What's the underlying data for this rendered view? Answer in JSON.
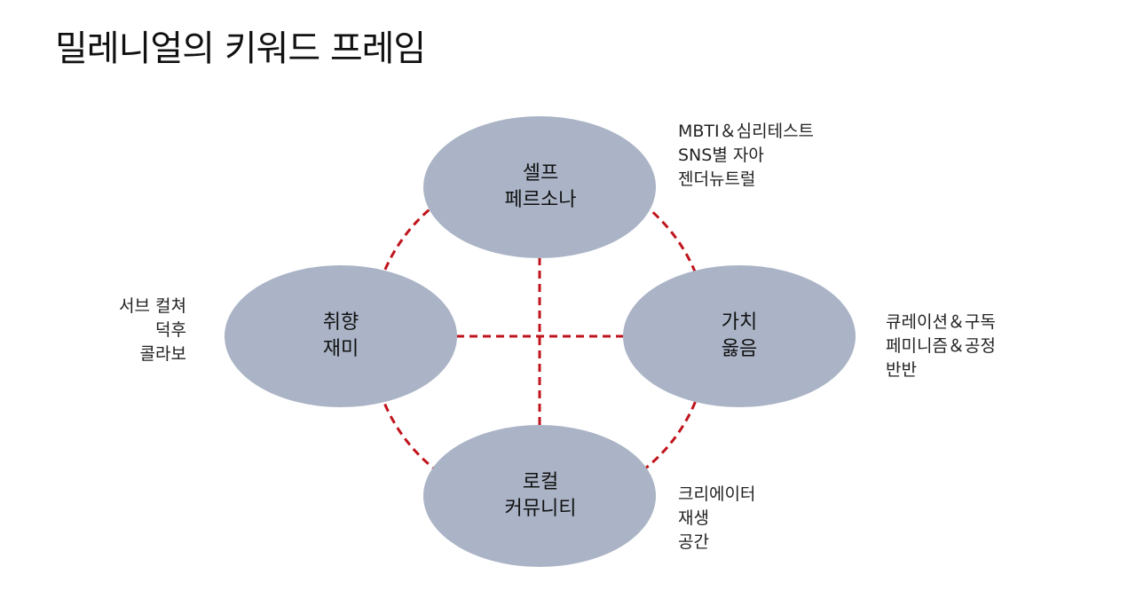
{
  "title": "밀레니얼의 키워드 프레임",
  "colors": {
    "ellipse_fill": "#aab4c6",
    "dash_line": "#c0141c",
    "text": "#111111"
  },
  "nodes": {
    "top": {
      "line1": "셀프",
      "line2": "페르소나"
    },
    "left": {
      "line1": "취향",
      "line2": "재미"
    },
    "right": {
      "line1": "가치",
      "line2": "옳음"
    },
    "bottom": {
      "line1": "로컬",
      "line2": "커뮤니티"
    }
  },
  "notes": {
    "top": [
      "MBTI＆심리테스트",
      "SNS별 자아",
      "젠더뉴트럴"
    ],
    "left": [
      "서브 컬쳐",
      "덕후",
      "콜라보"
    ],
    "right": [
      "큐레이션＆구독",
      "페미니즘＆공정",
      "반반"
    ],
    "bottom": [
      "크리에이터",
      "재생",
      "공간"
    ]
  }
}
